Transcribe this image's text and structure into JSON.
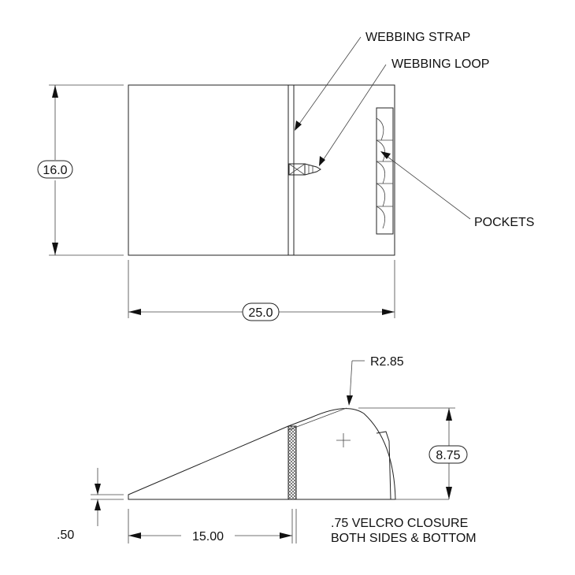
{
  "top_view": {
    "callouts": {
      "webbing_strap": "WEBBING STRAP",
      "webbing_loop": "WEBBING LOOP",
      "pockets": "POCKETS"
    },
    "dimensions": {
      "height": "16.0",
      "width": "25.0"
    }
  },
  "side_view": {
    "dimensions": {
      "radius": "R2.85",
      "height": "8.75",
      "base_thickness": ".50",
      "length": "15.00"
    },
    "notes": {
      "closure_line1": ".75 VELCRO CLOSURE",
      "closure_line2": "BOTH SIDES & BOTTOM"
    }
  },
  "colors": {
    "line": "#222222",
    "background": "#ffffff"
  }
}
